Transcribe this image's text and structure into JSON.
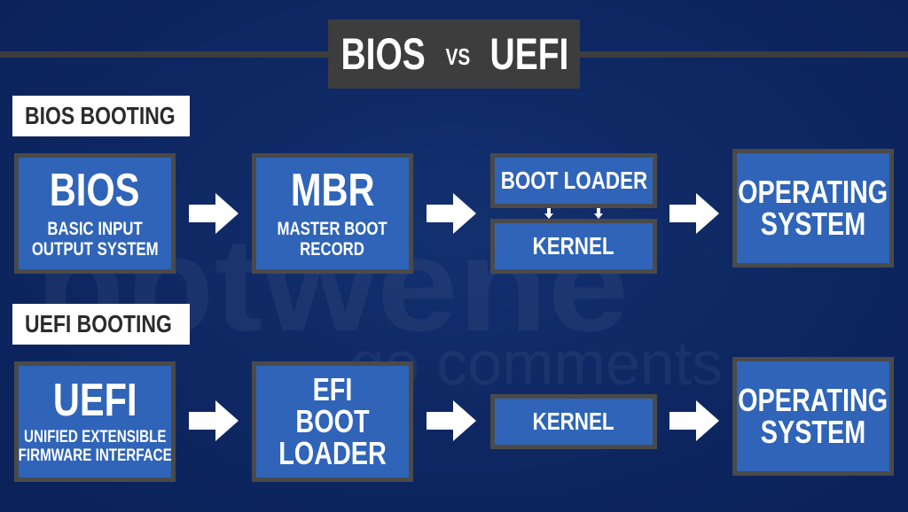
{
  "title": {
    "left": "BIOS",
    "vs": "VS",
    "right": "UEFI"
  },
  "watermark": {
    "line1": "bbtwene",
    "line2": "go comments"
  },
  "sections": {
    "bios": {
      "label": "BIOS BOOTING",
      "firmware": {
        "title": "BIOS",
        "subtitle_line1": "BASIC INPUT",
        "subtitle_line2": "OUTPUT SYSTEM"
      },
      "mbr": {
        "title": "MBR",
        "subtitle_line1": "MASTER BOOT",
        "subtitle_line2": "RECORD"
      },
      "boot_loader": "BOOT LOADER",
      "kernel": "KERNEL",
      "os_line1": "OPERATING",
      "os_line2": "SYSTEM"
    },
    "uefi": {
      "label": "UEFI BOOTING",
      "firmware": {
        "title": "UEFI",
        "subtitle_line1": "UNIFIED EXTENSIBLE",
        "subtitle_line2": "FIRMWARE INTERFACE"
      },
      "efi_line1": "EFI",
      "efi_line2": "BOOT",
      "efi_line3": "LOADER",
      "kernel": "KERNEL",
      "os_line1": "OPERATING",
      "os_line2": "SYSTEM"
    }
  },
  "colors": {
    "background": "#0e2762",
    "box_fill": "#2f64b8",
    "box_border": "#4a4a4a",
    "title_bar": "#3d3d3d",
    "label_bg": "#ffffff",
    "arrow": "#ffffff"
  }
}
